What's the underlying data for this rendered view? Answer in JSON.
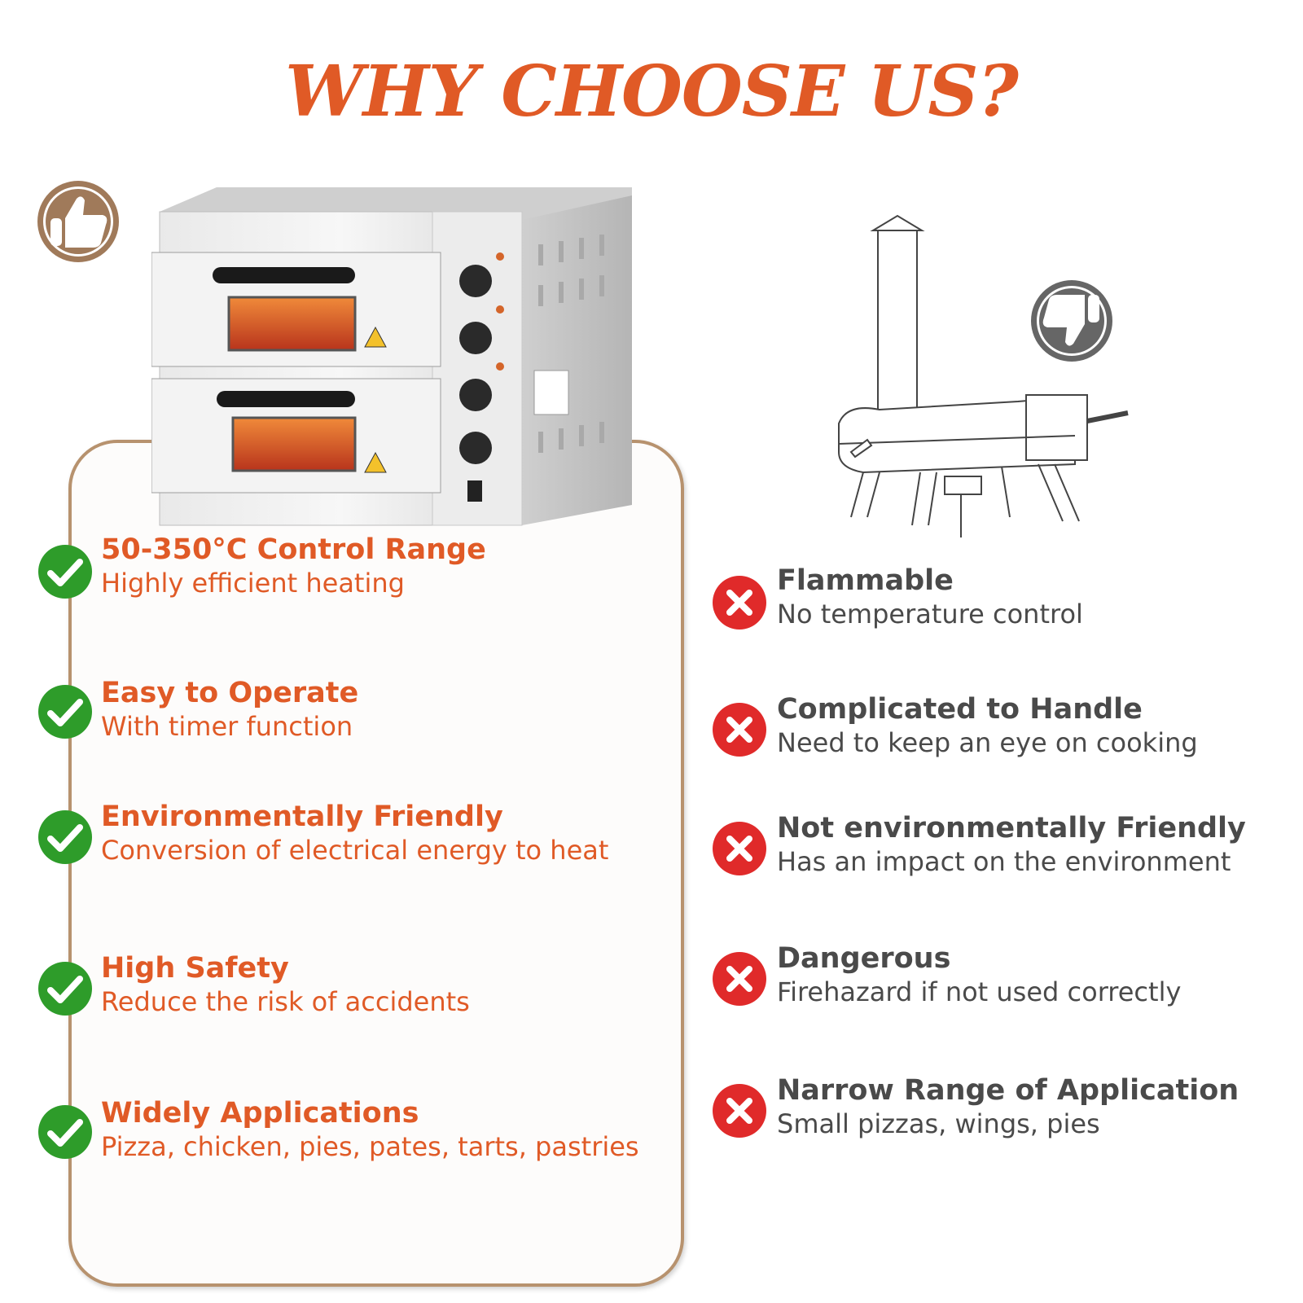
{
  "title": "WHY CHOOSE US?",
  "colors": {
    "accent": "#e05a26",
    "check": "#2e9c2a",
    "cross": "#e02a2a",
    "panel_border": "#b7926e",
    "thumb_up": "#a07a5a",
    "thumb_down": "#666666"
  },
  "icons": {
    "thumbs_up": "thumbs-up-icon",
    "thumbs_down": "thumbs-down-icon",
    "check": "check-icon",
    "cross": "cross-icon"
  },
  "pros": [
    {
      "heading": "50-350°C Control Range",
      "desc": "Highly efficient heating"
    },
    {
      "heading": "Easy to Operate",
      "desc": "With timer function"
    },
    {
      "heading": "Environmentally Friendly",
      "desc": "Conversion of electrical energy to heat"
    },
    {
      "heading": "High Safety",
      "desc": "Reduce the risk of accidents"
    },
    {
      "heading": "Widely Applications",
      "desc": "Pizza, chicken, pies, pates, tarts, pastries"
    }
  ],
  "cons": [
    {
      "heading": "Flammable",
      "desc": "No temperature control"
    },
    {
      "heading": "Complicated to Handle",
      "desc": "Need to keep an eye on cooking"
    },
    {
      "heading": "Not environmentally Friendly",
      "desc": "Has an impact on the environment"
    },
    {
      "heading": "Dangerous",
      "desc": "Firehazard if not used correctly"
    },
    {
      "heading": "Narrow Range of Application",
      "desc": "Small pizzas, wings, pies"
    }
  ]
}
